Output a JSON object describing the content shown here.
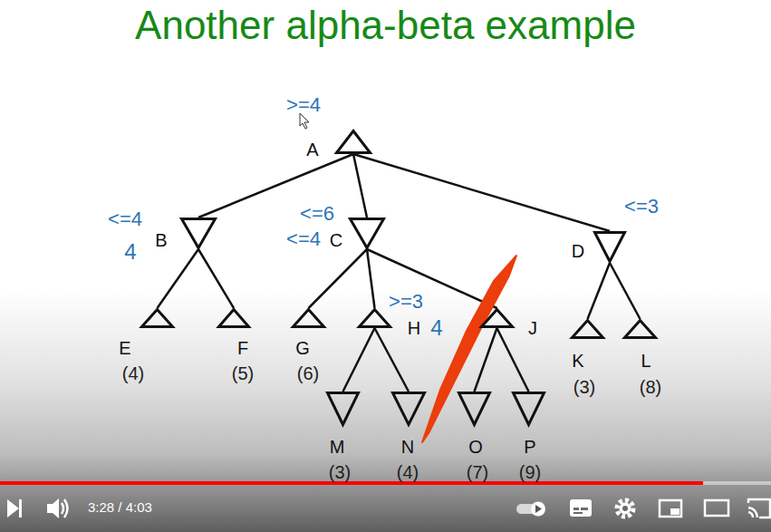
{
  "diagram": {
    "title": "Another alpha-beta example",
    "nodes": [
      {
        "text": [
          ">=4",
          "A"
        ]
      },
      {
        "text": [
          "<=4",
          "4",
          "B"
        ]
      },
      {
        "text": [
          "<=6",
          "<=4",
          "C"
        ]
      },
      {
        "text": [
          "<=3",
          "D"
        ]
      },
      {
        "text": [
          "E",
          "(4)"
        ]
      },
      {
        "text": [
          "F",
          "(5)"
        ]
      },
      {
        "text": [
          "G",
          "(6)"
        ]
      },
      {
        "text": [
          ">=3",
          "H",
          "4"
        ]
      },
      {
        "text": [
          "J"
        ]
      },
      {
        "text": [
          "K",
          "(3)"
        ]
      },
      {
        "text": [
          "L",
          "(8)"
        ]
      },
      {
        "text": [
          "M",
          "(3)"
        ]
      },
      {
        "text": [
          "N",
          "(4)"
        ]
      },
      {
        "text": [
          "O",
          "(7)"
        ]
      },
      {
        "text": [
          "P",
          "(9)"
        ]
      }
    ],
    "edges": [
      {
        "from": 0,
        "to": 1,
        "arrow": "none"
      },
      {
        "from": 0,
        "to": 2,
        "arrow": "none"
      },
      {
        "from": 0,
        "to": 3,
        "arrow": "none"
      },
      {
        "from": 1,
        "to": 4,
        "arrow": "none"
      },
      {
        "from": 1,
        "to": 5,
        "arrow": "none"
      },
      {
        "from": 2,
        "to": 6,
        "arrow": "none"
      },
      {
        "from": 2,
        "to": 7,
        "arrow": "none"
      },
      {
        "from": 2,
        "to": 8,
        "arrow": "none"
      },
      {
        "from": 3,
        "to": 9,
        "arrow": "none"
      },
      {
        "from": 3,
        "to": 10,
        "arrow": "none"
      },
      {
        "from": 7,
        "to": 11,
        "arrow": "none"
      },
      {
        "from": 7,
        "to": 12,
        "arrow": "none"
      },
      {
        "from": 8,
        "to": 13,
        "arrow": "none"
      },
      {
        "from": 8,
        "to": 14,
        "arrow": "none"
      }
    ],
    "labels": [
      "3:28 / 4:03"
    ]
  }
}
